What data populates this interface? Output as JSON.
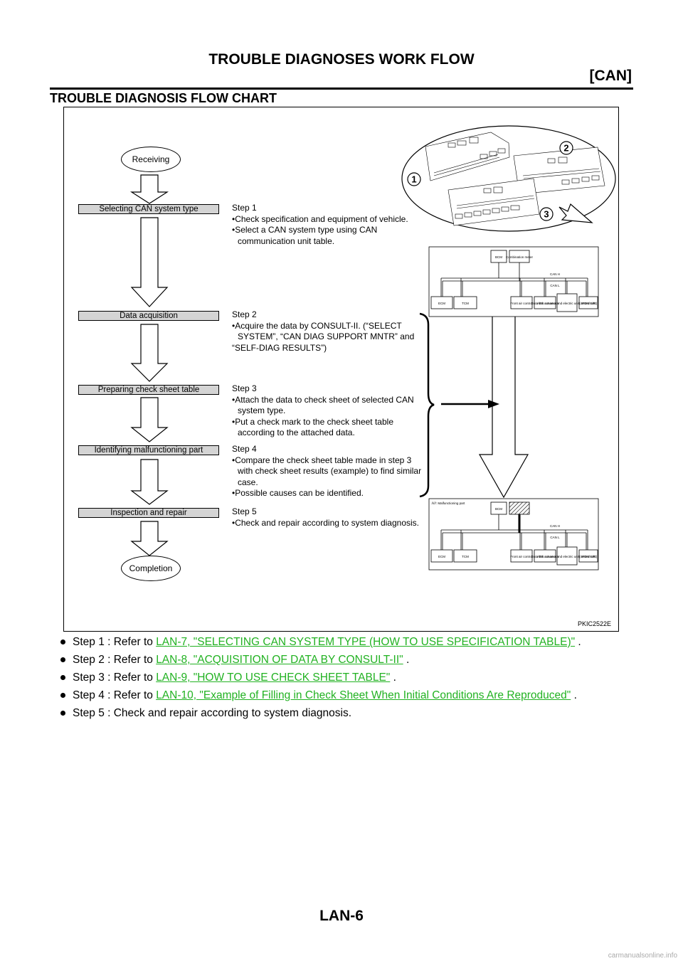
{
  "header": {
    "title": "TROUBLE DIAGNOSES WORK FLOW",
    "section": "[CAN]"
  },
  "section_title": "TROUBLE DIAGNOSIS FLOW CHART",
  "figure": {
    "id": "PKIC2522E",
    "start": "Receiving",
    "end": "Completion",
    "callouts": [
      "1",
      "2",
      "3"
    ],
    "steps": [
      {
        "bar": "Selecting CAN system type",
        "heading": "Step 1",
        "lines": [
          "•Check specification and equipment of vehicle.",
          "•Select a CAN system type using CAN",
          "communication unit table."
        ]
      },
      {
        "bar": "Data acquisition",
        "heading": "Step 2",
        "lines": [
          "•Acquire the data by CONSULT-II. (“SELECT",
          "SYSTEM”, “CAN DIAG SUPPORT MNTR” and",
          "“SELF-DIAG RESULTS”)"
        ]
      },
      {
        "bar": "Preparing check sheet table",
        "heading": "Step 3",
        "lines": [
          "•Attach the data to check sheet of selected CAN",
          "system type.",
          "•Put a check mark to the check sheet table",
          "according to the attached data."
        ]
      },
      {
        "bar": "Identifying malfunctioning part",
        "heading": "Step 4",
        "lines": [
          "•Compare the check sheet table made in step 3",
          "with check sheet results (example) to find similar",
          "case.",
          "•Possible causes can be identified."
        ]
      },
      {
        "bar": "Inspection and repair",
        "heading": "Step 5",
        "lines": [
          "•Check and repair according to system diagnosis."
        ]
      }
    ],
    "diagram": {
      "top_units": [
        "BCM",
        "Combination meter"
      ],
      "bus_lines": [
        "CAN H",
        "CAN L"
      ],
      "bottom_units": [
        "ECM",
        "TCM",
        "Front air control",
        "Data link connector",
        "ABS actuator and electric unit(control unit)",
        "IPDM E/R"
      ],
      "legend": "/////: Malfunctioning part"
    }
  },
  "bullets": [
    {
      "prefix": "Step 1 : Refer to ",
      "link": "LAN-7, \"SELECTING CAN SYSTEM TYPE (HOW TO USE SPECIFICATION TABLE)\"",
      "suffix": " ."
    },
    {
      "prefix": "Step 2 : Refer to ",
      "link": "LAN-8, \"ACQUISITION OF DATA BY CONSULT-II\"",
      "suffix": " ."
    },
    {
      "prefix": "Step 3 : Refer to ",
      "link": "LAN-9, \"HOW TO USE CHECK SHEET TABLE\"",
      "suffix": " ."
    },
    {
      "prefix": "Step 4 : Refer to ",
      "link": "LAN-10, \"Example of Filling in Check Sheet When Initial Conditions Are Reproduced\"",
      "suffix": " ."
    },
    {
      "prefix": "Step 5 : Check and repair according to system diagnosis.",
      "link": "",
      "suffix": ""
    }
  ],
  "page_number": "LAN-6",
  "watermark": "carmanualsonline.info"
}
